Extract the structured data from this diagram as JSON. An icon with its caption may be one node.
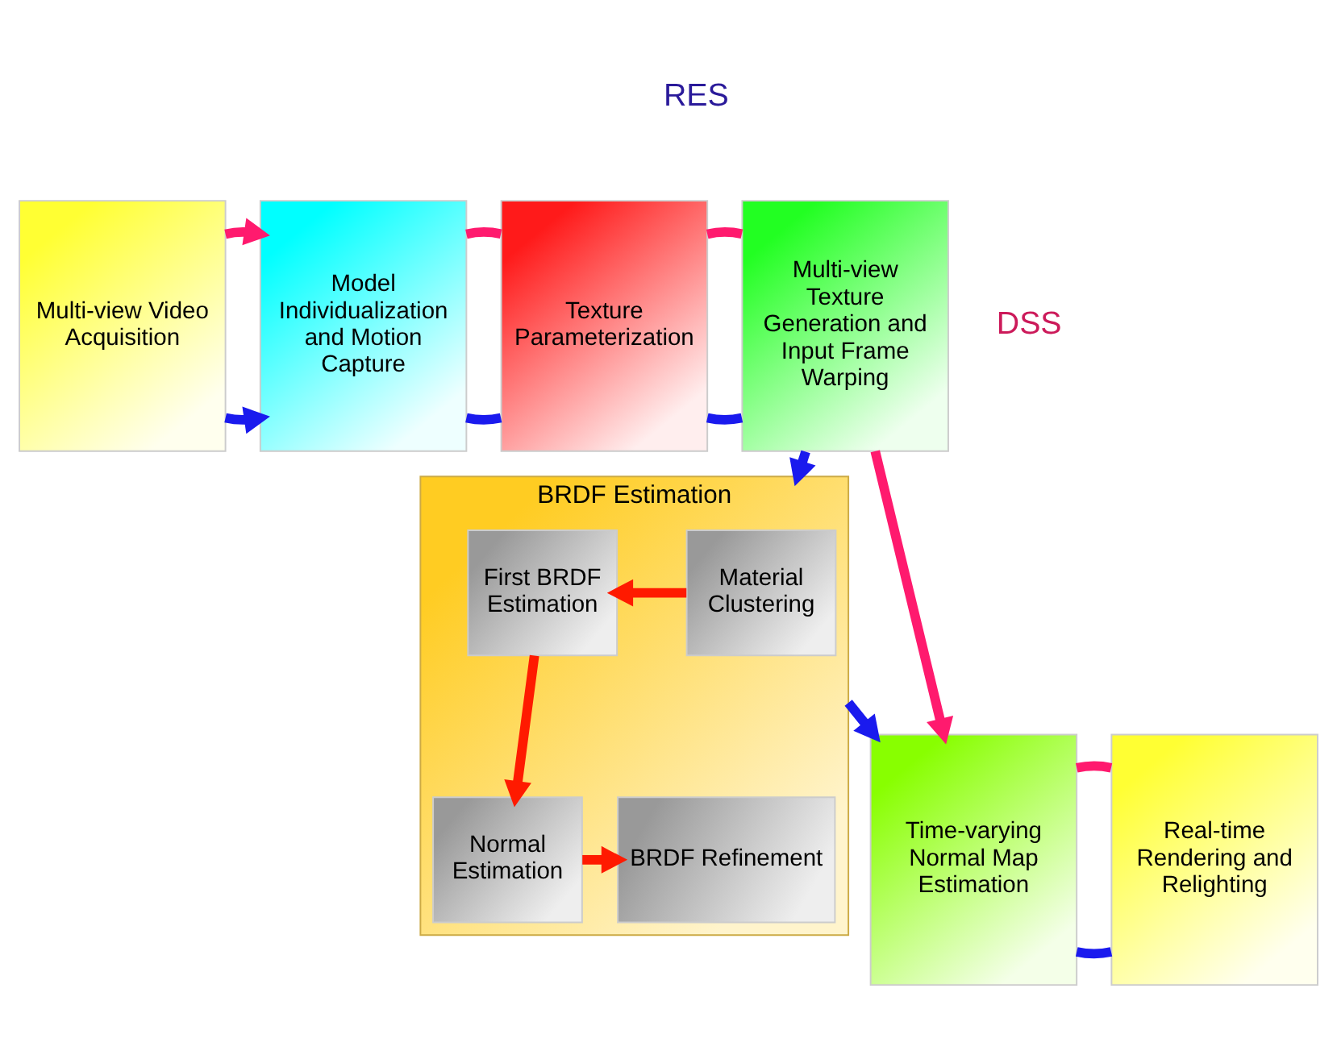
{
  "diagram": {
    "nodes": [
      {
        "text": [
          "Multi-view Video Acquisition"
        ]
      },
      {
        "text": [
          "Model Individualization and Motion Capture"
        ]
      },
      {
        "text": [
          "Texture Parameterization"
        ]
      },
      {
        "text": [
          "Multi-view Texture Generation and Input Frame Warping"
        ]
      },
      {
        "text": [
          "BRDF Estimation"
        ]
      },
      {
        "text": [
          "Material Clustering"
        ],
        "in": 4
      },
      {
        "text": [
          "First BRDF Estimation"
        ],
        "in": 4
      },
      {
        "text": [
          "Normal Estimation"
        ],
        "in": 4
      },
      {
        "text": [
          "BRDF Refinement"
        ],
        "in": 4
      },
      {
        "text": [
          "Time-varying Normal Map Estimation"
        ]
      },
      {
        "text": [
          "Real-time Rendering and Relighting"
        ]
      }
    ],
    "edges": [
      {
        "from": 0,
        "to": 1,
        "arrow": "to",
        "color": "#1a1aee"
      },
      {
        "from": 0,
        "to": 1,
        "arrow": "to",
        "color": "#ff1a6e"
      },
      {
        "from": 1,
        "to": 2,
        "arrow": "none",
        "color": "#1a1aee"
      },
      {
        "from": 1,
        "to": 2,
        "arrow": "none",
        "color": "#ff1a6e"
      },
      {
        "from": 2,
        "to": 3,
        "arrow": "none",
        "color": "#1a1aee"
      },
      {
        "from": 2,
        "to": 3,
        "arrow": "none",
        "color": "#ff1a6e"
      },
      {
        "from": 3,
        "to": 4,
        "arrow": "to",
        "color": "#1a1aee"
      },
      {
        "from": 3,
        "to": 9,
        "arrow": "to",
        "color": "#ff1a6e"
      },
      {
        "from": 5,
        "to": 6,
        "arrow": "to",
        "color": "#ff1a00"
      },
      {
        "from": 6,
        "to": 7,
        "arrow": "to",
        "color": "#ff1a00"
      },
      {
        "from": 7,
        "to": 8,
        "arrow": "to",
        "color": "#ff1a00"
      },
      {
        "from": 4,
        "to": 9,
        "arrow": "to",
        "color": "#1a1aee"
      },
      {
        "from": 9,
        "to": 10,
        "arrow": "none",
        "color": "#1a1aee"
      },
      {
        "from": 9,
        "to": 10,
        "arrow": "none",
        "color": "#ff1a6e"
      }
    ],
    "labels": [
      "RES",
      "DSS"
    ]
  }
}
